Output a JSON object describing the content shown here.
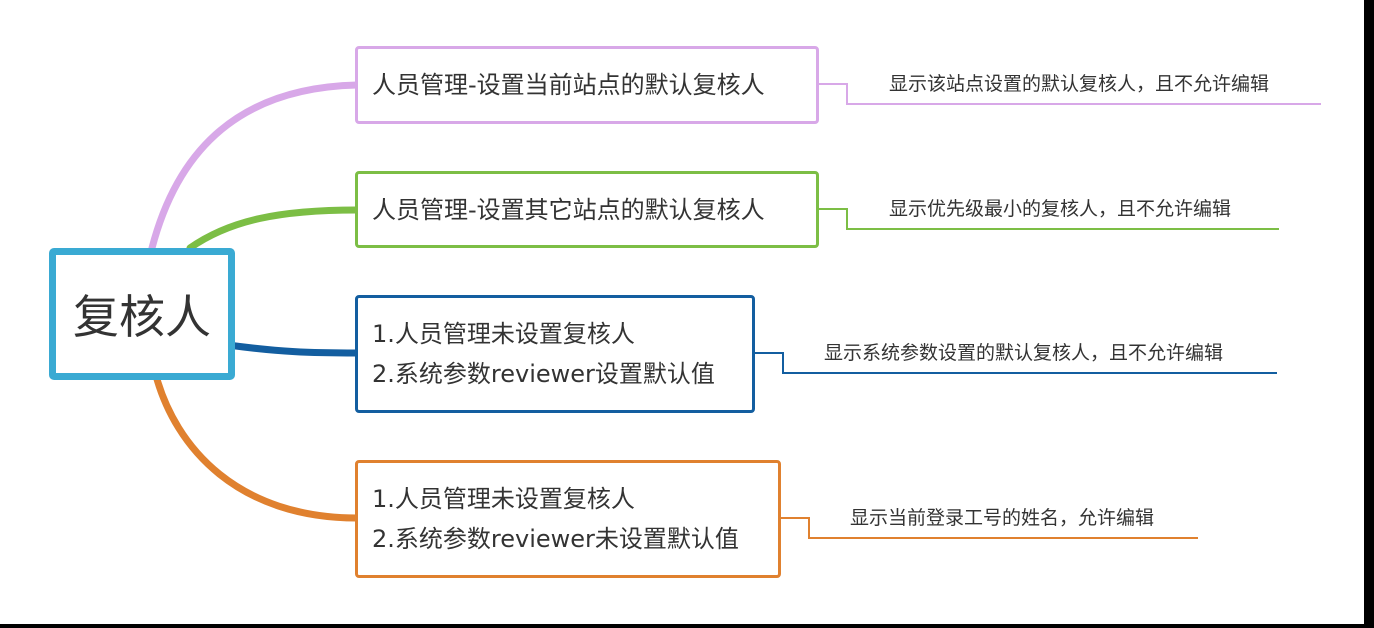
{
  "root": {
    "label": "复核人",
    "color": "#3aaad3"
  },
  "branches": [
    {
      "lines": [
        "人员管理-设置当前站点的默认复核人"
      ],
      "description": "显示该站点设置的默认复核人，且不允许编辑",
      "color": "#d8a8e8"
    },
    {
      "lines": [
        "人员管理-设置其它站点的默认复核人"
      ],
      "description": "显示优先级最小的复核人，且不允许编辑",
      "color": "#7cbe45"
    },
    {
      "lines": [
        "1.人员管理未设置复核人",
        "2.系统参数reviewer设置默认值"
      ],
      "description": "显示系统参数设置的默认复核人，且不允许编辑",
      "color": "#135ea0"
    },
    {
      "lines": [
        "1.人员管理未设置复核人",
        "2.系统参数reviewer未设置默认值"
      ],
      "description": "显示当前登录工号的姓名，允许编辑",
      "color": "#e0812f"
    }
  ]
}
